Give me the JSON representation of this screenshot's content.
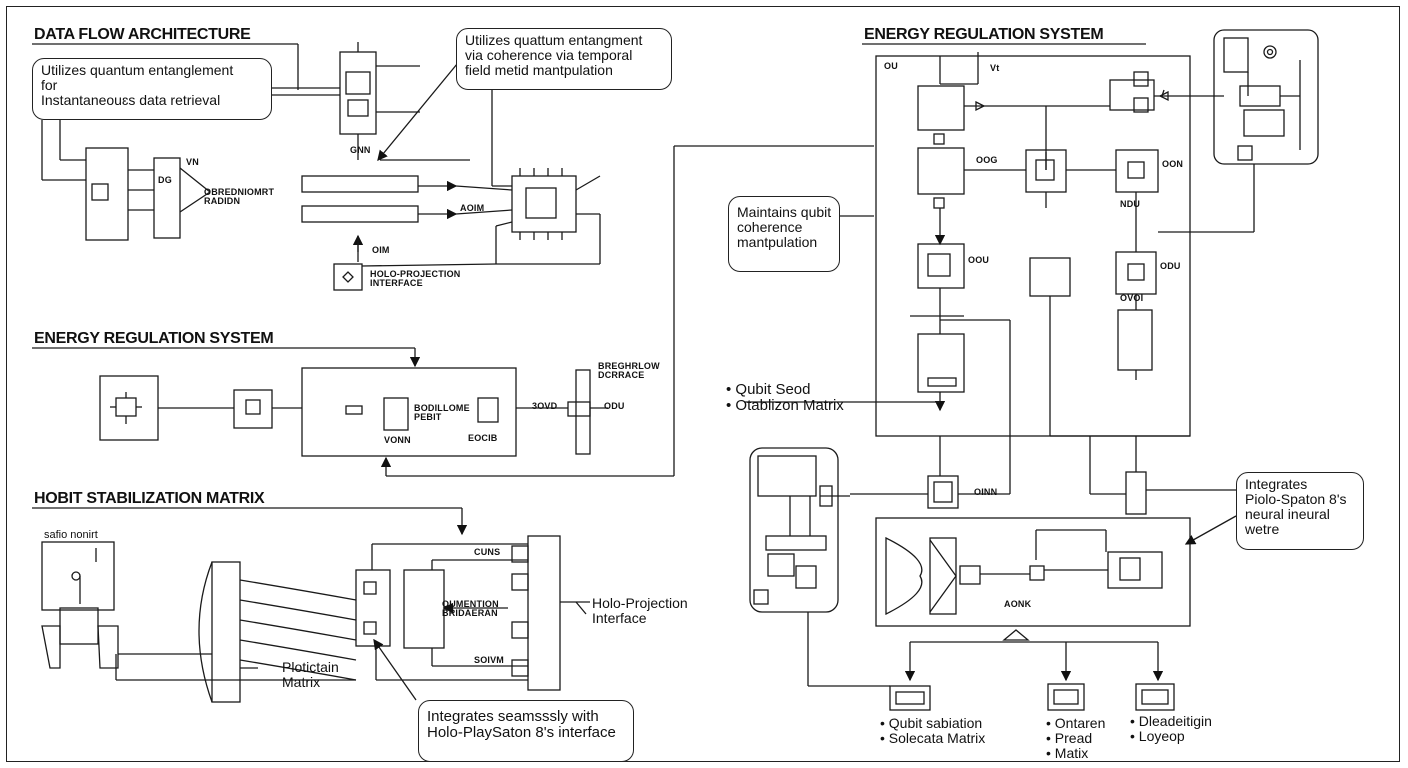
{
  "sections": {
    "data_flow": "DATA FLOW ARCHITECTURE",
    "energy_left": "ENERGY REGULATION SYSTEM",
    "hobit": "HOBIT STABILIZATION MATRIX",
    "energy_right": "ENERGY REGULATION SYSTEM"
  },
  "callouts": {
    "entanglement": [
      "Utilizes quantum entanglement",
      "for",
      "Instantaneouɛs data retrieval"
    ],
    "coherence_temporal": [
      "Utilizes quattum entangment",
      "via coherence via temporal",
      "field metid mantpulation"
    ],
    "maintains": [
      "Maintains qubit",
      "coherence",
      "mantpulation"
    ],
    "integrates_neural": [
      "Integrates",
      "Piolo-Spaton 8's",
      "neural ineural",
      "wetre"
    ],
    "integrates_ps": [
      "Integrates seamsssly with",
      "Holo-PlaySaton 8's interface"
    ]
  },
  "labels": {
    "obredniomrt": [
      "OBREDNIOMRT",
      "RADIDN"
    ],
    "aoim": "AOIM",
    "oim": "OIM",
    "holo_projection_small": [
      "HOLO-PROJECTION",
      "INTERFACE"
    ],
    "breghrlow": [
      "BREGHRLOW",
      "DCRRACE"
    ],
    "bodillome": [
      "BODILLOME",
      "PEBIT"
    ],
    "bovd": "3OVD",
    "vonn": "VONN",
    "eocib": "EOCIB",
    "safio": "safio nonirt",
    "cuns": "CUNS",
    "oumention": [
      "OUMENTION",
      "BRIDAERAN"
    ],
    "sovm": "SOIVM",
    "holo_projection": [
      "Holo-Projection",
      "Interface"
    ],
    "plotictain": [
      "Plotictain",
      "Matrix"
    ],
    "qubit_seed": [
      "• Qubit Seod",
      "• Otablizon Matrix"
    ],
    "oinn": "OINN",
    "aonk": "AONK",
    "qubit_stab": [
      "• Qubit sabiation",
      "• Solecata Matrix"
    ],
    "ontaren": [
      "• Ontaren",
      "• Pread",
      "• Matix"
    ],
    "dleadeitigin": [
      "• Dleadeitigin",
      "• Loyeop"
    ],
    "vt": "Vt",
    "dg": "DG",
    "gnn": "GNN",
    "oog": "OOG",
    "odu": "ODU",
    "oon": "OON",
    "ovoi": "OVOI",
    "ndu": "NDU",
    "oou": "OOU",
    "ou": "OU",
    "vn": "VN"
  }
}
